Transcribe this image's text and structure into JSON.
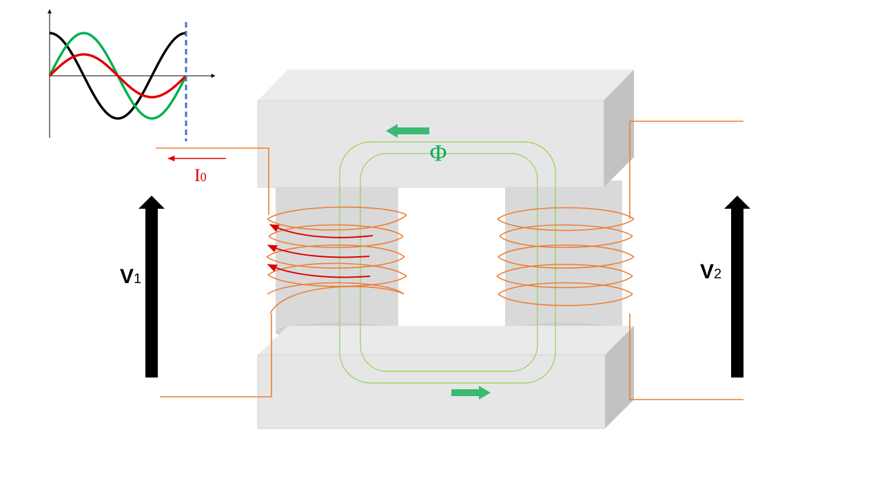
{
  "labels": {
    "v1": "V",
    "v1_sub": "1",
    "v2": "V",
    "v2_sub": "2",
    "flux": "Φ",
    "current": "I",
    "current_sub": "0"
  },
  "colors": {
    "core_front": "#e6e6e6",
    "core_top": "#ececec",
    "core_side": "#c2c2c2",
    "limb": "#d9d9d9",
    "limb_bottom": "#cfcfcf",
    "wire": "#ed7d31",
    "flux_path": "#92d050",
    "flux_arrow": "#3cba72",
    "flux_label": "#00b050",
    "current": "#e00000",
    "voltage_arrow": "#000000",
    "wave_black": "#000000",
    "wave_green": "#00b050",
    "wave_red": "#e00000",
    "marker": "#4472c4"
  },
  "waveform": {
    "series": [
      {
        "color_key": "wave_black",
        "amplitude": 1.0,
        "phase_deg": 90
      },
      {
        "color_key": "wave_green",
        "amplitude": 1.0,
        "phase_deg": 0
      },
      {
        "color_key": "wave_red",
        "amplitude": 0.5,
        "phase_deg": 0
      }
    ],
    "periods_shown": 1
  }
}
